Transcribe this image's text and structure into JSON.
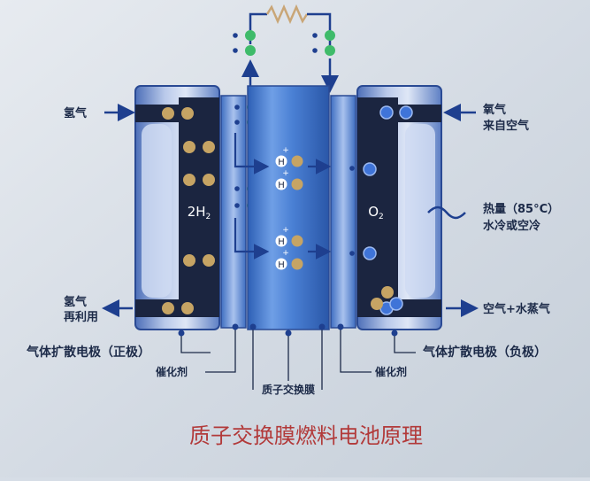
{
  "title": "质子交换膜燃料电池原理",
  "labels": {
    "hydrogen_in": "氢气",
    "hydrogen_recycle_1": "氢气",
    "hydrogen_recycle_2": "再利用",
    "oxygen_1": "氧气",
    "oxygen_2": "来自空气",
    "heat_1": "热量（85°C）",
    "heat_2": "水冷或空冷",
    "air_water": "空气+水蒸气",
    "electrode_pos": "气体扩散电极（正极）",
    "electrode_neg": "气体扩散电极（负极）",
    "catalyst_left": "催化剂",
    "catalyst_right": "催化剂",
    "membrane": "质子交换膜",
    "h2_formula": "2H",
    "h2_sub": "2",
    "o2_formula": "O",
    "o2_sub": "2",
    "proton": "H",
    "proton_charge": "+"
  },
  "colors": {
    "background": "#d6dde6",
    "title": "#b23a3a",
    "text": "#1c2a48",
    "arrow": "#1e3f8f",
    "electrode_dark": "#1b2540",
    "hydrogen_dot": "#c6a464",
    "electron_dot": "#3fbb6a",
    "oxygen_dot": "#3f74d8",
    "resistor": "#c9a677",
    "membrane": "#3d7ad0"
  }
}
